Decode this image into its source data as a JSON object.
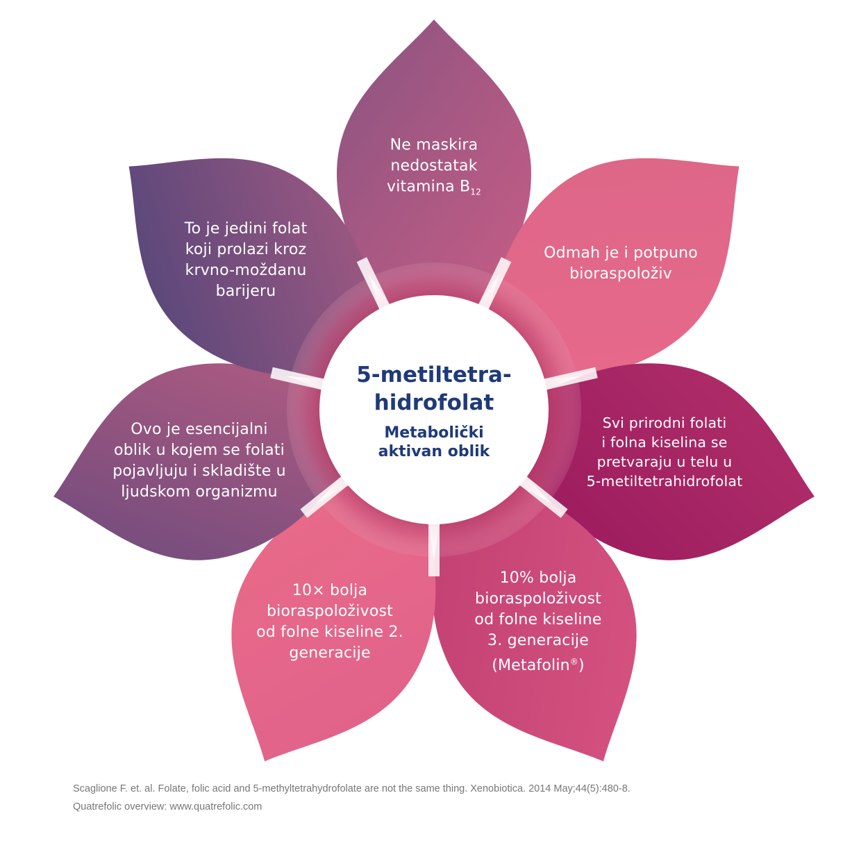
{
  "center": {
    "title_lines": [
      "5-metiltetra-",
      "hidrofolat"
    ],
    "subtitle_lines": [
      "Metabolički",
      "aktivan oblik"
    ]
  },
  "petals": [
    {
      "lines": [
        "Ne maskira",
        "nedostatak",
        "vitamina B"
      ],
      "subscript": "12",
      "color_a": "#8a5480",
      "color_b": "#c65d86"
    },
    {
      "lines": [
        "Odmah je i potpuno",
        "bioraspoloživ"
      ],
      "color_a": "#db6688",
      "color_b": "#e8698a"
    },
    {
      "lines": [
        "Svi prirodni folati",
        "i folna kiselina se",
        "pretvaraju u telu u",
        "5-metiltetrahidrofolat"
      ],
      "color_a": "#b1306a",
      "color_b": "#9b1a5e"
    },
    {
      "lines": [
        "10% bolja",
        "bioraspoloživost",
        "od folne kiseline",
        "3. generacije",
        "(Metafolin"
      ],
      "superscript": "®",
      "suffix": ")",
      "color_a": "#d95681",
      "color_b": "#c03f72"
    },
    {
      "lines": [
        "10× bolja",
        "bioraspoloživost",
        "od folne kiseline 2.",
        "generacije"
      ],
      "color_a": "#e0618a",
      "color_b": "#e96b89"
    },
    {
      "lines": [
        "Ovo je esencijalni",
        "oblik u kojem se folati",
        "pojavljuju i skladište u",
        "ljudskom organizmu"
      ],
      "color_a": "#6a4a7c",
      "color_b": "#b35c82"
    },
    {
      "lines": [
        "To je jedini folat",
        "koji prolazi kroz",
        "krvno-moždanu",
        "barijeru"
      ],
      "color_a": "#4a4479",
      "color_b": "#a65a82"
    }
  ],
  "footnotes": [
    "Scaglione F. et. al. Folate, folic acid and 5-methyltetrahydrofolate are not the same thing. Xenobiotica. 2014 May;44(5):480-8.",
    "Quatrefolic overview: www.quatrefolic.com"
  ]
}
